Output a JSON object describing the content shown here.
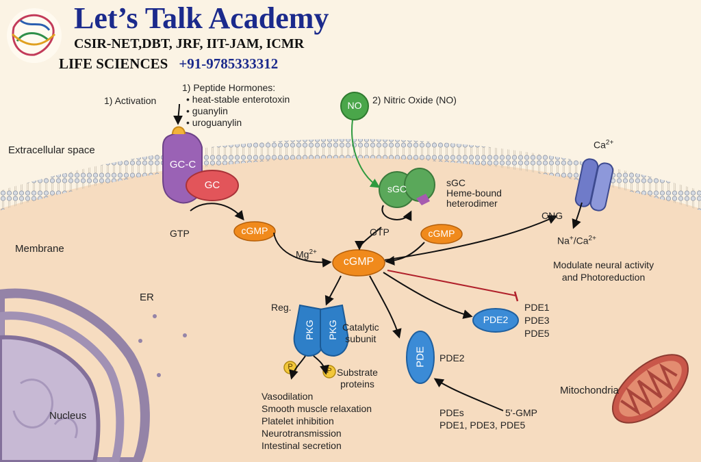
{
  "brand": {
    "title": "Let’s Talk Academy",
    "subtitle": "CSIR-NET,DBT, JRF, IIT-JAM, ICMR",
    "line3": "LIFE SCIENCES",
    "phone": "+91-9785333312"
  },
  "labels": {
    "activation": "1) Activation",
    "peptide_hormones": "1) Peptide Hormones:",
    "hormones": [
      "heat-stable enterotoxin",
      "guanylin",
      "uroguanylin"
    ],
    "nitric_oxide": "2) Nitric Oxide (NO)",
    "extracellular": "Extracellular space",
    "membrane": "Membrane",
    "er": "ER",
    "nucleus": "Nucleus",
    "mitochondria": "Mitochondria",
    "gtp_left": "GTP",
    "gtp_right": "GTP",
    "mg": "Mg",
    "mg_sup": "2+",
    "sgc_desc": [
      "sGC",
      "Heme-bound",
      "heterodimer"
    ],
    "cng": "CNG",
    "ca_top": "Ca",
    "ca_top_sup": "2+",
    "na_ca": "Na",
    "na_sup": "+",
    "ca2": "/Ca",
    "ca2_sup": "2+",
    "modulate": [
      "Modulate neural activity",
      "and Photoreduction"
    ],
    "reg": "Reg.",
    "catalytic": [
      "Catalytic",
      "subunit"
    ],
    "substrate": [
      "Substrate",
      "proteins"
    ],
    "effects": [
      "Vasodilation",
      "Smooth muscle relaxation",
      "Platelet inhibition",
      "Neurotransmission",
      "Intestinal secretion"
    ],
    "pde2_side": "PDE2",
    "pde_list": [
      "PDE1",
      "PDE3",
      "PDE5"
    ],
    "pdes": "PDEs",
    "pdes_list": "PDE1, PDE3, PDE5",
    "gmp": "5'-GMP",
    "p": "P"
  },
  "molecules": {
    "no": "NO",
    "gcc": "GC-C",
    "gc": "GC",
    "cgmp_left": "cGMP",
    "cgmp_center": "cGMP",
    "cgmp_right": "cGMP",
    "sgc": "sGC",
    "pkg": "PKG",
    "pde2": "PDE2",
    "pde": "PDE"
  },
  "colors": {
    "background": "#fbf3e4",
    "cytoplasm": "#f6dcc0",
    "cgmp": "#f08a1c",
    "gc": "#e2555a",
    "gcc": "#9a62b5",
    "sgc": "#5aa85a",
    "pkg": "#2e7fc8",
    "pde": "#3b8bd6",
    "no": "#4aa64a",
    "inhibition": "#b0202a",
    "brand": "#1b2a8c"
  }
}
